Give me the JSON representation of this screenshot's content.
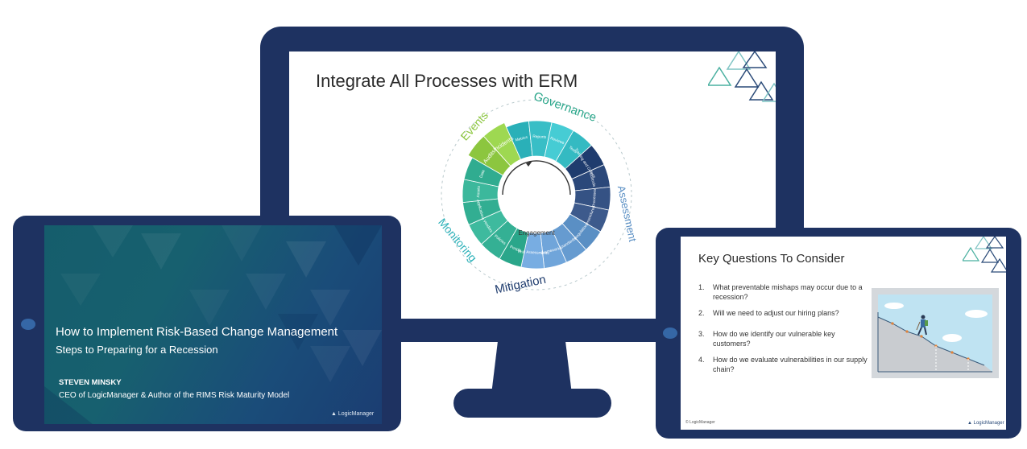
{
  "monitor": {
    "slide_title": "Integrate All Processes with ERM",
    "wheel": {
      "center_label": "Engagement",
      "outer_labels": [
        "Governance",
        "Assessment",
        "Mitigation",
        "Monitoring",
        "Events"
      ],
      "segment_labels": [
        "Audits",
        "Incidents",
        "Metrics",
        "Reports",
        "Reviews",
        "Tests",
        "Training and Culture",
        "Controls",
        "Processes",
        "Procedures",
        "Regulations",
        "Standards",
        "Frameworks",
        "Risk Assessments",
        "People",
        "Policies",
        "Vendors",
        "Applications",
        "Assets",
        "Data"
      ]
    }
  },
  "left_slide": {
    "title": "How to Implement Risk-Based Change Management",
    "subtitle": "Steps to Preparing for a Recession",
    "presenter_name": "STEVEN MINSKY",
    "presenter_role": "CEO of LogicManager & Author of the RIMS Risk Maturity Model",
    "logo_text": "▲ LogicManager"
  },
  "right_slide": {
    "title": "Key Questions To Consider",
    "questions": [
      {
        "num": "1.",
        "text": "What preventable mishaps may occur due to a recession?"
      },
      {
        "num": "2.",
        "text": "Will we need to adjust our hiring plans?"
      },
      {
        "num": "3.",
        "text": "How do we identify our vulnerable key customers?"
      },
      {
        "num": "4.",
        "text": "How do we evaluate vulnerabilities in our supply chain?"
      }
    ],
    "footer_left": "© LogicManager",
    "logo_text": "▲ LogicManager"
  },
  "colors": {
    "device_frame": "#1e3261",
    "wheel_events": "#8cc63f",
    "wheel_governance": "#2aa68a",
    "wheel_assessment": "#5a8fc4",
    "wheel_mitigation": "#1f3c6e",
    "wheel_monitoring": "#2ab0b8"
  }
}
